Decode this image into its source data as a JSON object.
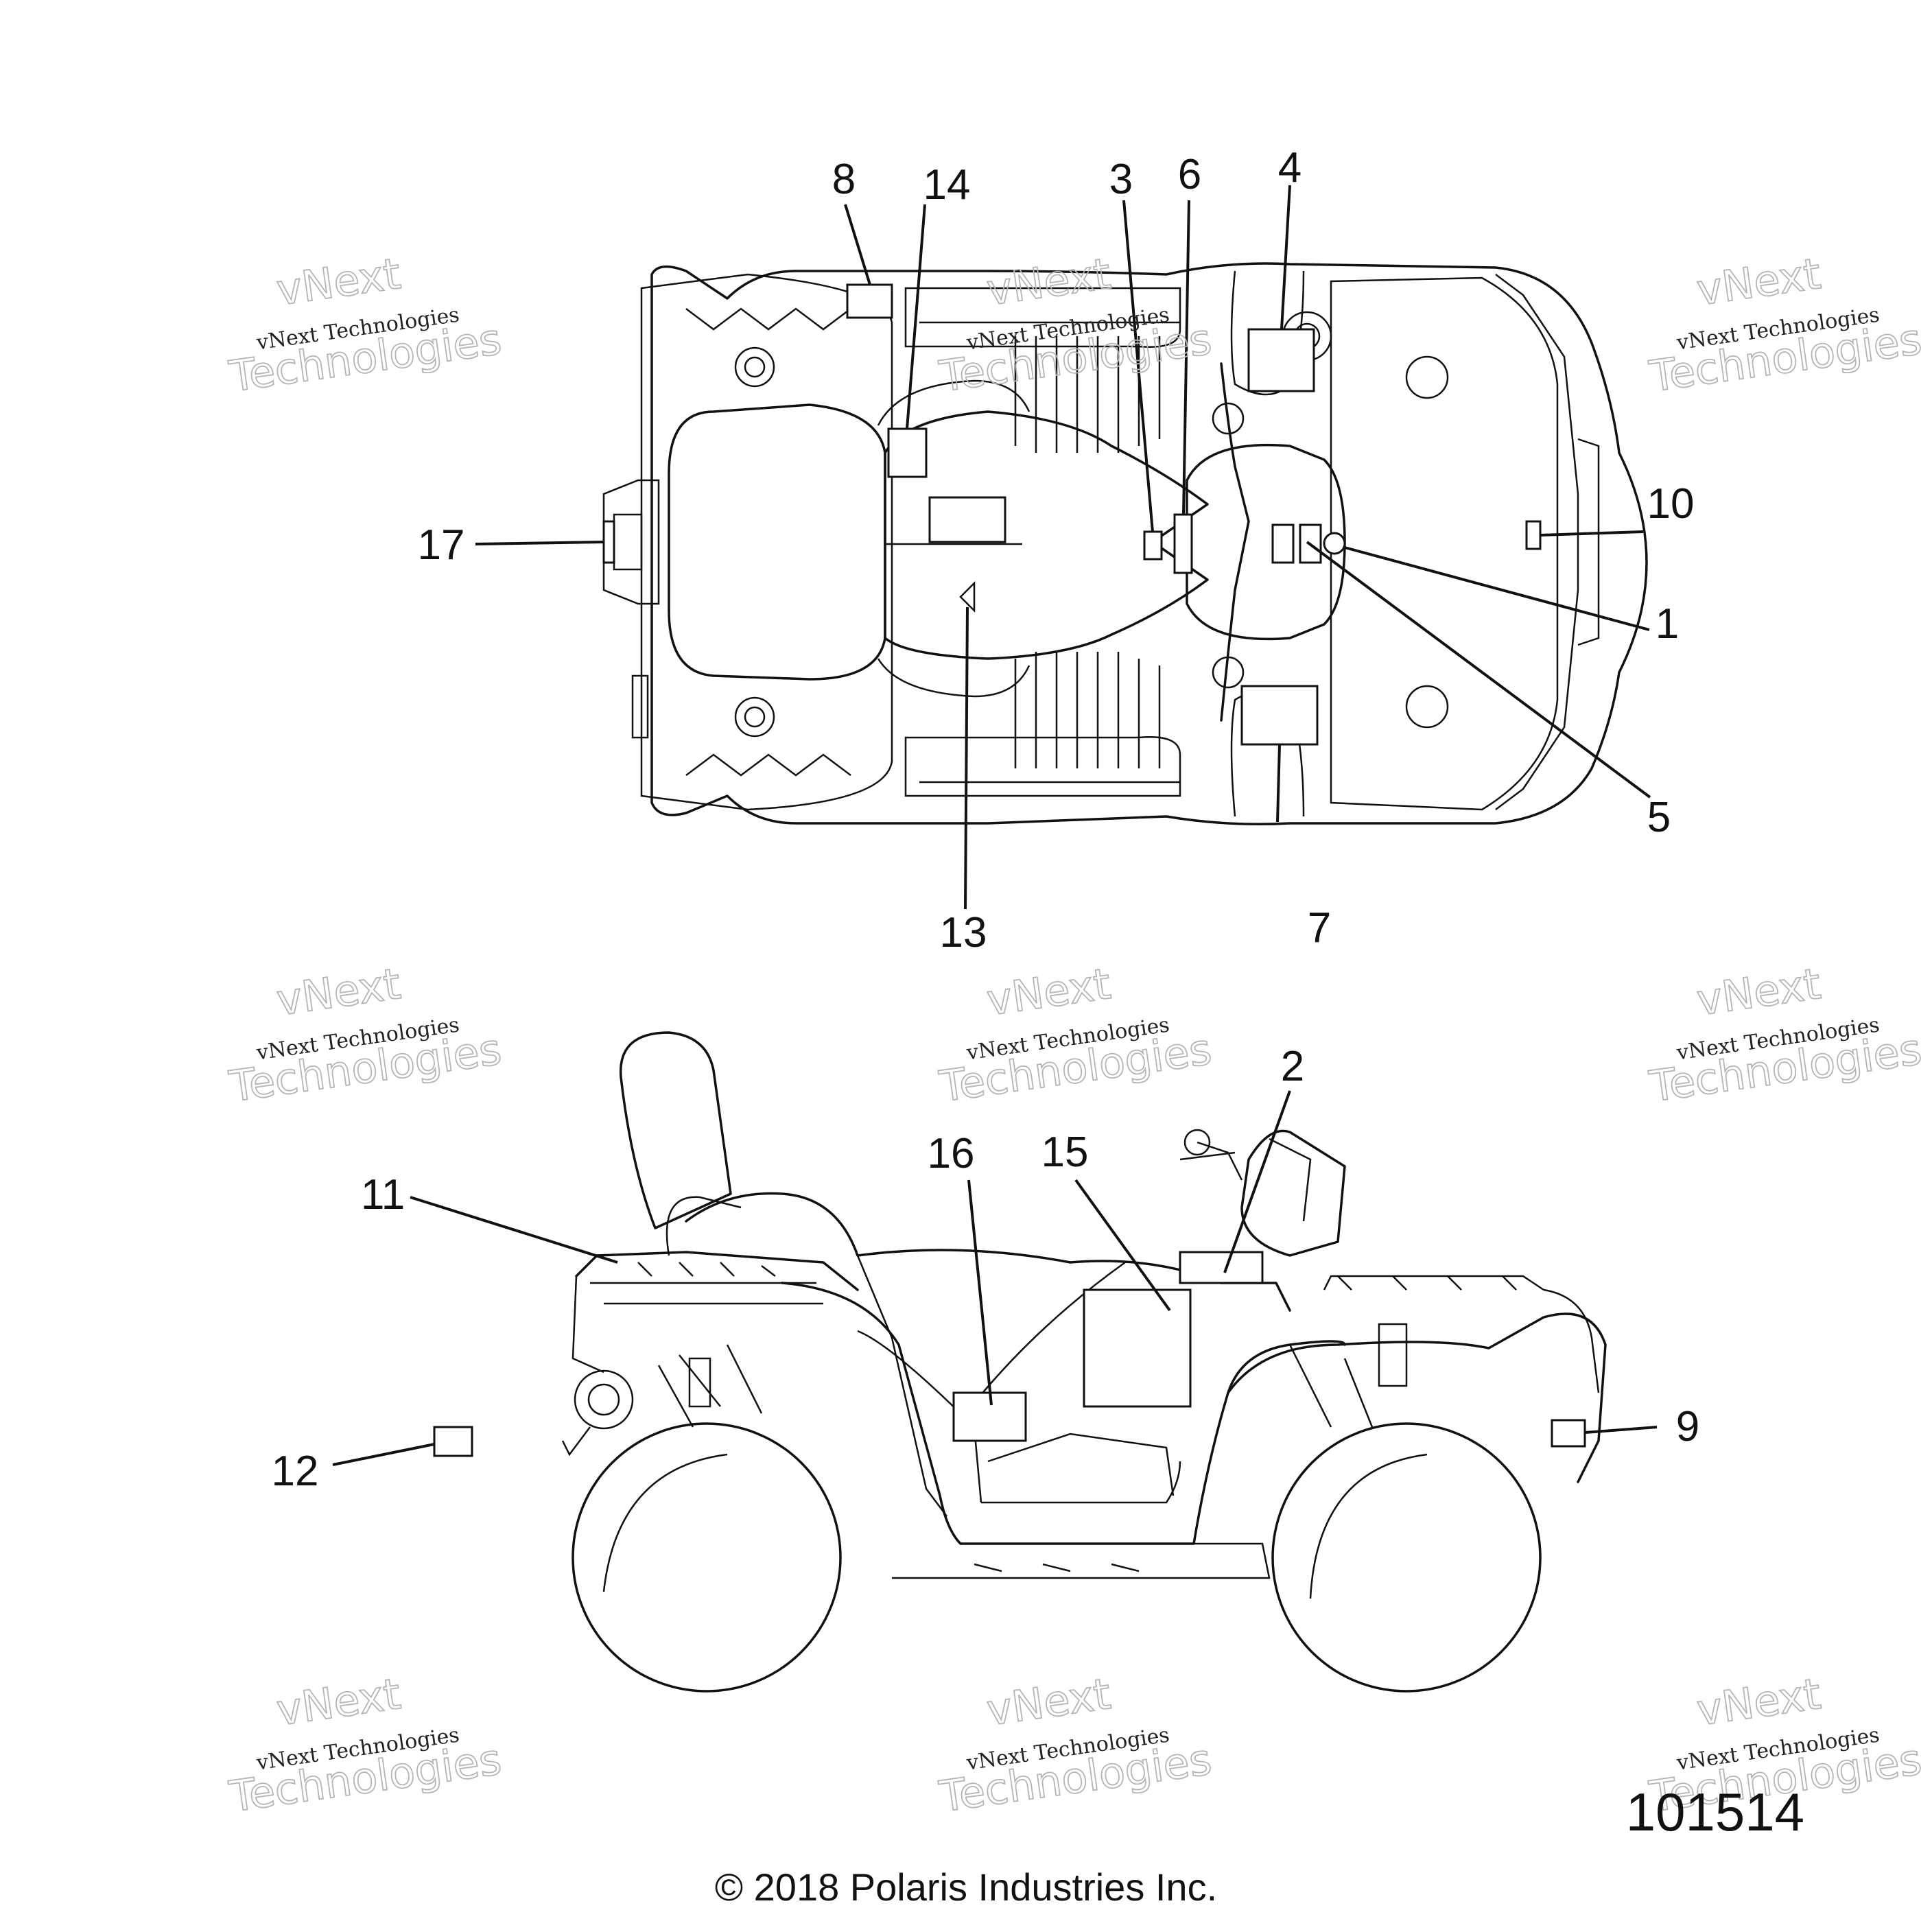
{
  "callouts": {
    "c1": "1",
    "c2": "2",
    "c3": "3",
    "c4": "4",
    "c5": "5",
    "c6": "6",
    "c7": "7",
    "c8": "8",
    "c9": "9",
    "c10": "10",
    "c11": "11",
    "c12": "12",
    "c13": "13",
    "c14": "14",
    "c15": "15",
    "c16": "16",
    "c17": "17"
  },
  "watermark": {
    "line1": "vNext Technologies",
    "line2": "vNext",
    "line3": "Technologies"
  },
  "drawing_number": "101514",
  "copyright": "© 2018  Polaris Industries Inc."
}
